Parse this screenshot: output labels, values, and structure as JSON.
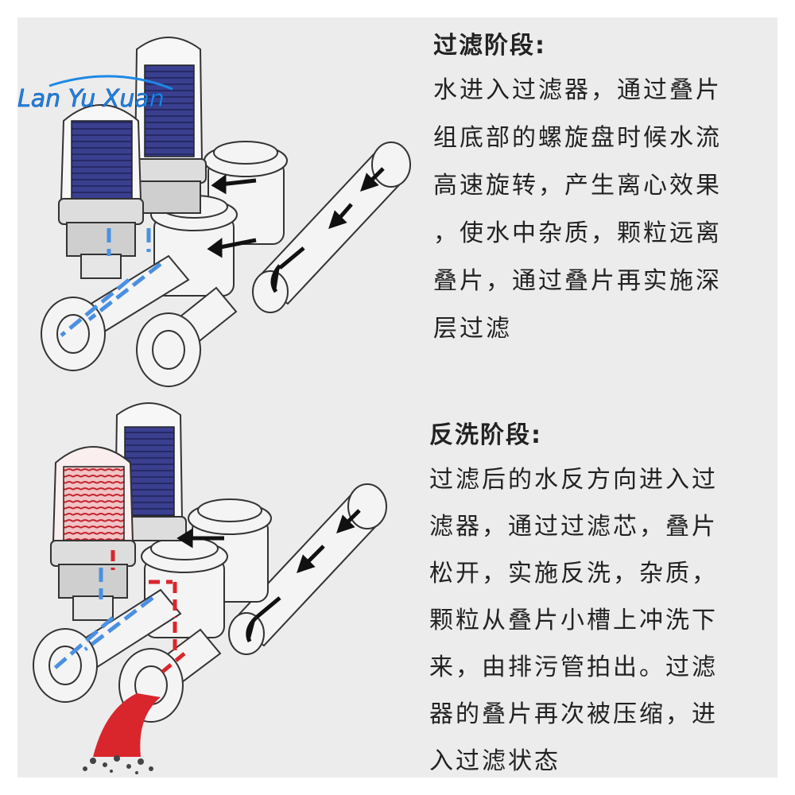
{
  "watermark": "Lan Yu Xuan",
  "filtration": {
    "title": "过滤阶段:",
    "lines": [
      "水进入过滤器，通过叠片",
      "组底部的螺旋盘时候水流",
      "高速旋转，产生离心效果",
      "，使水中杂质，颗粒远离",
      "叠片，通过叠片再实施深",
      "层过滤"
    ]
  },
  "backwash": {
    "title": "反洗阶段:",
    "lines": [
      "过滤后的水反方向进入过",
      "滤器，通过过滤芯，叠片",
      "松开，实施反洗，杂质，",
      "颗粒从叠片小槽上冲洗下",
      "来，由排污管拍出。过滤",
      "器的叠片再次被压缩，进",
      "入过滤状态"
    ]
  },
  "colors": {
    "background": "#ececec",
    "clean_flow": "#4a90e2",
    "dirty_flow": "#d9262c",
    "inlet_flow": "#111111",
    "filter_disc": "#3a3f8f"
  }
}
